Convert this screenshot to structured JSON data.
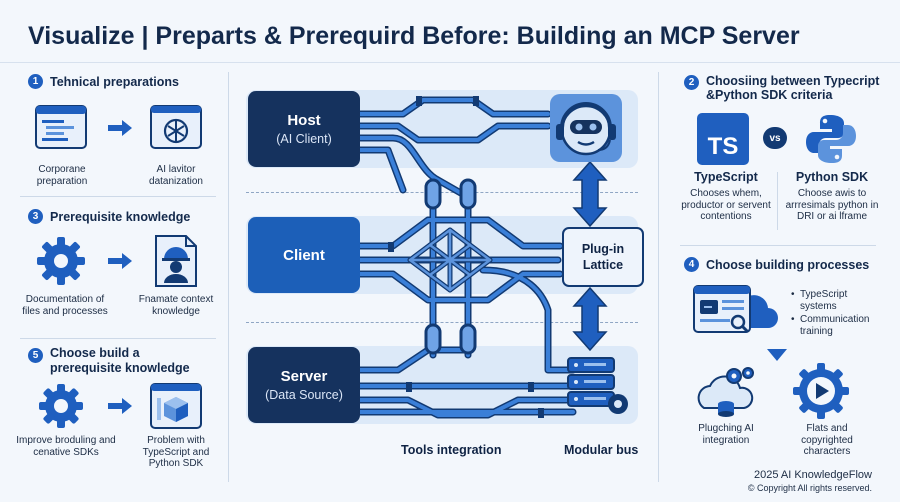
{
  "title": "Visualize | Preparts & Prerequird Before: Building an MCP Server",
  "left_sections": [
    {
      "number": "1",
      "label": "Tehnical preparations",
      "items": [
        {
          "icon": "code-window-icon",
          "caption": "Corporane preparation"
        },
        {
          "icon": "ai-window-icon",
          "caption": "AI lavitor datanization"
        }
      ]
    },
    {
      "number": "3",
      "label": "Prerequisite knowledge",
      "items": [
        {
          "icon": "gear-icon",
          "caption": "Documentation of files and processes"
        },
        {
          "icon": "worker-document-icon",
          "caption": "Fnamate context knowledge"
        }
      ]
    },
    {
      "number": "5",
      "label": "Choose build a prerequisite knowledge",
      "items": [
        {
          "icon": "gear-icon",
          "caption": "Improve broduling and cenative SDKs"
        },
        {
          "icon": "cube-window-icon",
          "caption": "Problem with TypeScript and Python SDK"
        }
      ]
    }
  ],
  "center": {
    "host": {
      "name": "Host",
      "sub": "(AI Client)"
    },
    "client": {
      "name": "Client"
    },
    "server": {
      "name": "Server",
      "sub": "(Data Source)"
    },
    "plugin": {
      "line1": "Plug-in",
      "line2": "Lattice"
    },
    "tools_label": "Tools integration",
    "bus_label": "Modular bus",
    "colors": {
      "dark": "#15325e",
      "blue": "#1c5fb8",
      "lane": "#dce9f8",
      "pipe": "#2d6fd0"
    }
  },
  "right_sections": {
    "choose_sdk": {
      "number": "2",
      "label_line1": "Choosiing between Typecript",
      "label_line2": "&Python SDK criteria",
      "ts_badge": "TS",
      "vs": "vs",
      "typescript": {
        "name": "TypeScript",
        "desc": "Chooses whem, productor or servent contentions"
      },
      "python": {
        "name": "Python SDK",
        "desc": "Choose awis to arrresimals python in DRI or ai lframe"
      }
    },
    "build_process": {
      "number": "4",
      "label": "Choose building processes",
      "bullets": [
        "TypeScript systems",
        "Communication training"
      ],
      "items": [
        {
          "icon": "cloud-gears-icon",
          "caption": "Plugching AI integration"
        },
        {
          "icon": "play-gear-icon",
          "caption": "Flats and copyrighted characters"
        }
      ]
    }
  },
  "footer": {
    "brand": "2025 AI KnowledgeFlow",
    "copyright": "© Copyright All rights reserved."
  }
}
